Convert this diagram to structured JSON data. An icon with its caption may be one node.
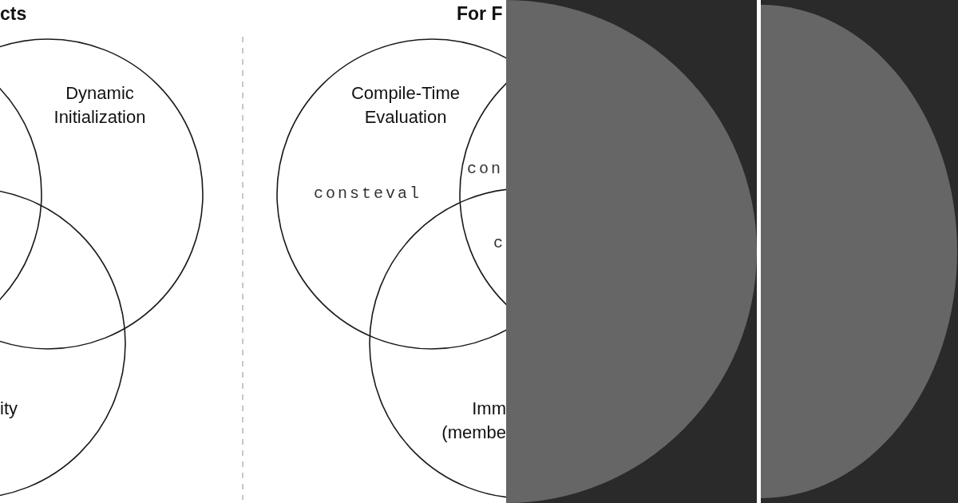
{
  "diagram": {
    "nodes": [
      {
        "text": [],
        "shape": "circle"
      },
      {
        "text": [
          "Dynamic Initialization"
        ]
      },
      {
        "text": [
          "ity"
        ]
      },
      {
        "text": [
          "Compile-Time Evaluation",
          "consteval"
        ]
      },
      {
        "text": [],
        "shape": "circle"
      },
      {
        "text": [
          "Imm (membe"
        ]
      }
    ],
    "edges": [],
    "labels": [
      "cts",
      "For F",
      "con",
      "c"
    ]
  }
}
